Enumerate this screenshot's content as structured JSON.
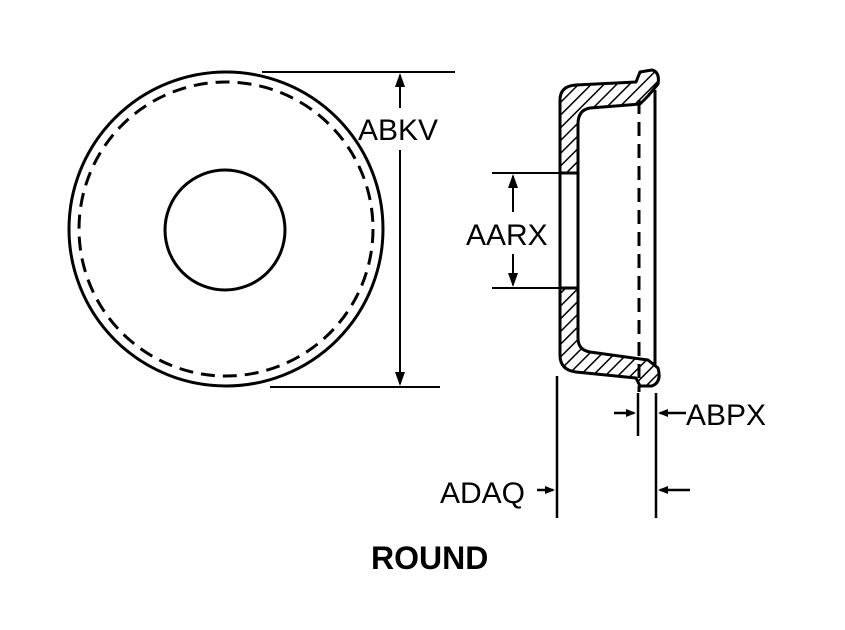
{
  "labels": {
    "abkv": "ABKV",
    "aarx": "AARX",
    "abpx": "ABPX",
    "adaq": "ADAQ"
  },
  "title": "ROUND",
  "colors": {
    "line": "#000000",
    "background": "#ffffff"
  }
}
